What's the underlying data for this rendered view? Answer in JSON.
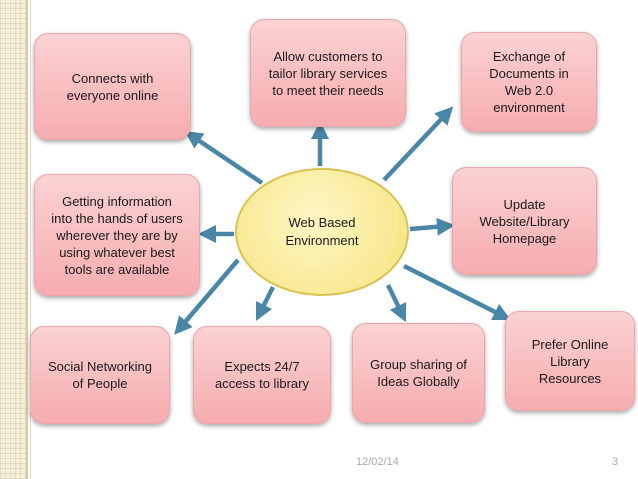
{
  "center": {
    "label": "Web Based\nEnvironment"
  },
  "boxes": {
    "connects": "Connects with\neveryone online",
    "tailor": "Allow customers to\ntailor library services\nto meet their needs",
    "exchange": "Exchange of\nDocuments in\nWeb 2.0\nenvironment",
    "getting_info": "Getting information\ninto the hands of users\nwherever they are by\nusing whatever best\ntools are available",
    "update": "Update\nWebsite/Library\nHomepage",
    "social": "Social Networking\nof People",
    "expects": "Expects 24/7\naccess to library",
    "group": "Group sharing of\nIdeas Globally",
    "prefer": "Prefer Online\nLibrary\nResources"
  },
  "footer": {
    "date": "12/02/14",
    "page": "3"
  },
  "colors": {
    "box_fill": "#f6acaf",
    "center_fill": "#f7e88e",
    "arrow": "#4a86a8"
  }
}
